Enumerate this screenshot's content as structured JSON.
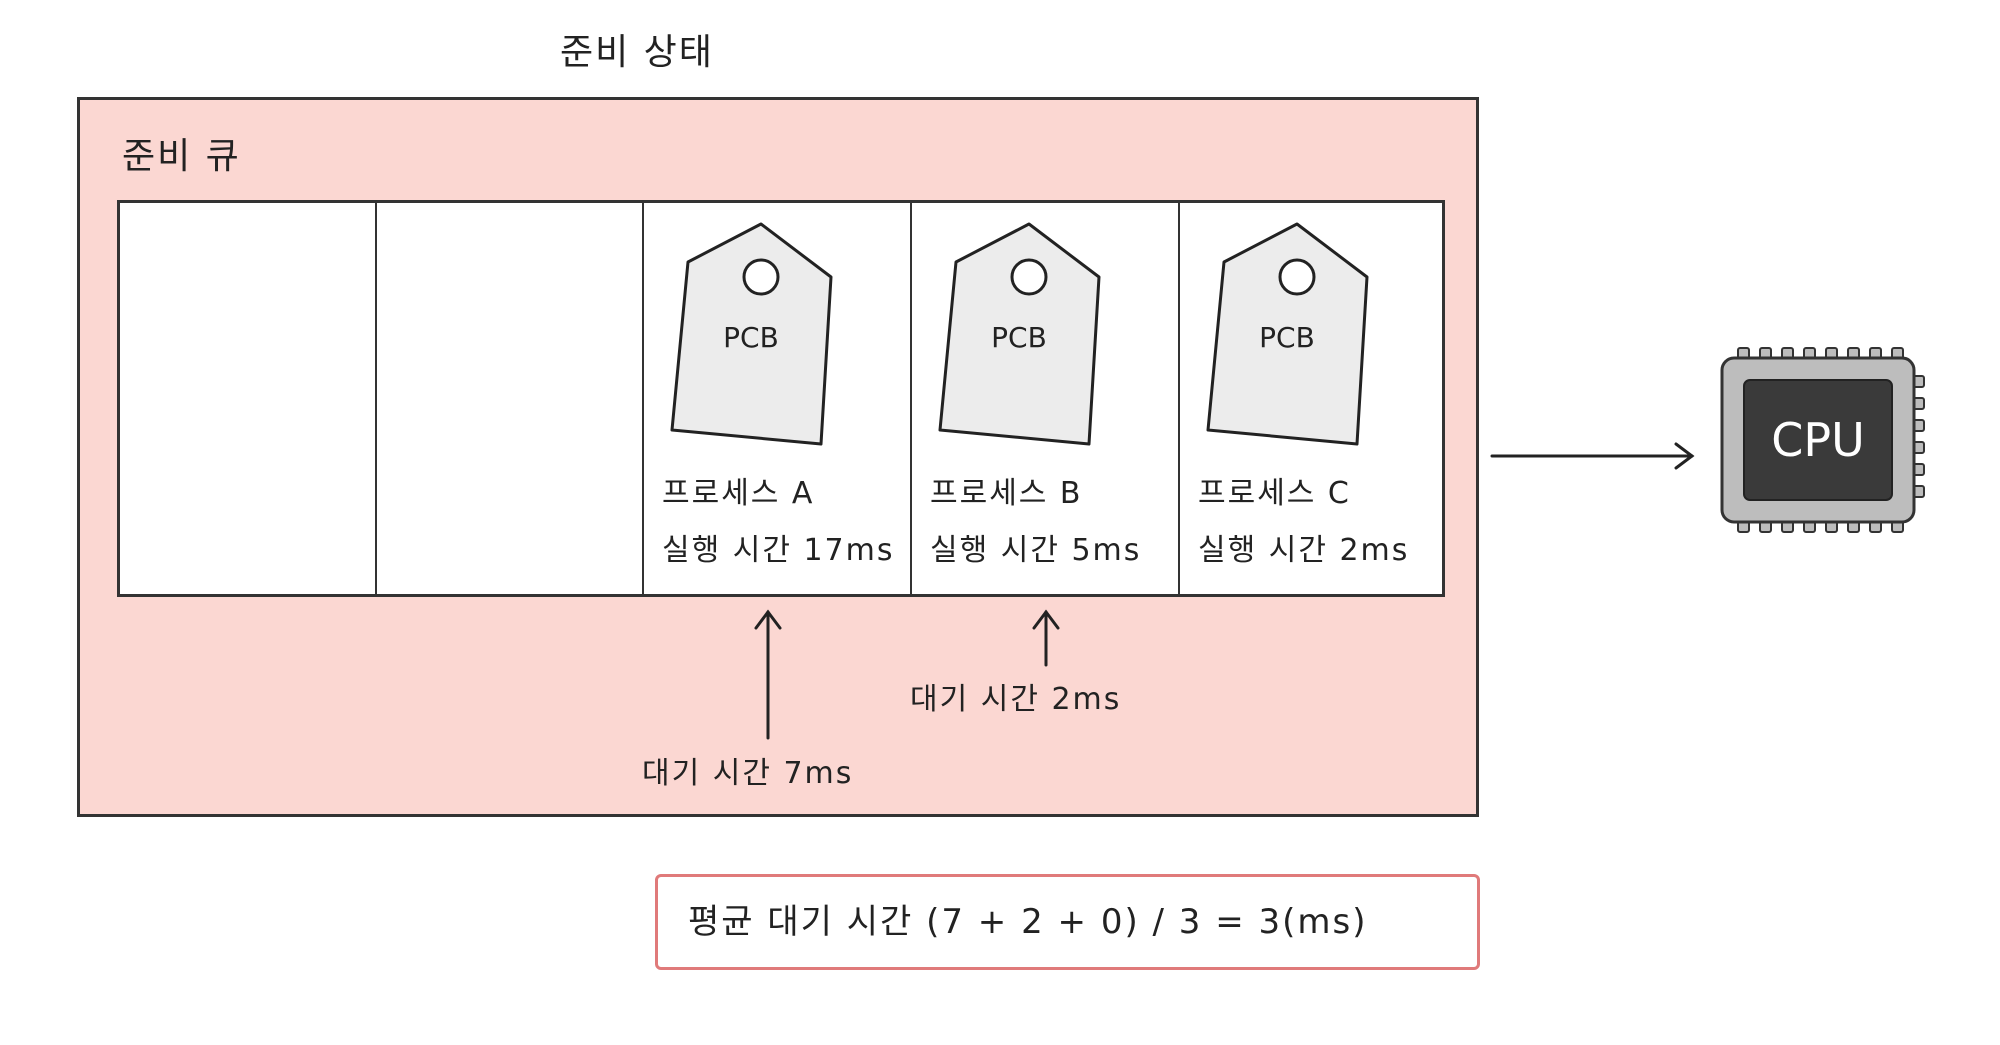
{
  "title": "준비 상태",
  "queue_label": "준비 큐",
  "processes": [
    {
      "tag": "PCB",
      "name": "프로세스 A",
      "run_time": "실행 시간 17ms"
    },
    {
      "tag": "PCB",
      "name": "프로세스 B",
      "run_time": "실행 시간 5ms"
    },
    {
      "tag": "PCB",
      "name": "프로세스 C",
      "run_time": "실행 시간 2ms"
    }
  ],
  "wait_times": [
    {
      "label": "대기 시간 7ms"
    },
    {
      "label": "대기 시간 2ms"
    }
  ],
  "average": "평균 대기 시간 (7 + 2 + 0) / 3 = 3(ms)",
  "cpu_label": "CPU",
  "colors": {
    "ready_state_fill": "#fbd7d2",
    "average_border": "#e07a7a",
    "cpu_chip": "#bdbdbd",
    "cpu_core": "#3a3a3a",
    "tag_fill": "#ececec"
  }
}
